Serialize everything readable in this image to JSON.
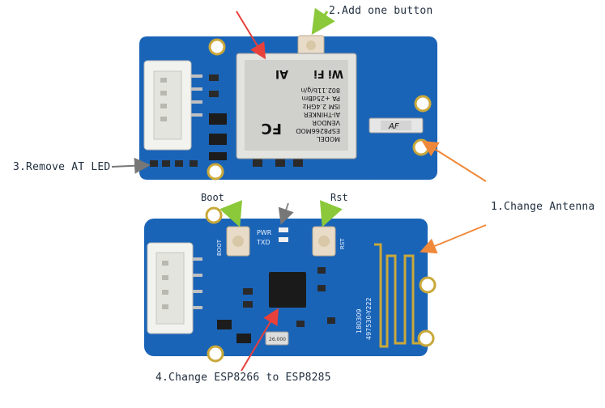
{
  "annotations": {
    "add_button": "2.Add one button",
    "remove_led": "3.Remove AT LED",
    "change_antenna": "1.Change Antenna",
    "change_chip": "4.Change ESP8266 to ESP8285",
    "boot": "Boot",
    "rst": "Rst"
  },
  "top_board": {
    "module_lines": [
      "MODEL",
      "ESP8266MOD",
      "VENDOR",
      "AI-THINKER",
      "ISM 2.4GHz",
      "PA +25dBm",
      "802.11b/g/n"
    ],
    "wifi_text": "Wi Fi",
    "ai_logo": "AI",
    "fc_logo": "FC",
    "antenna_chip": "AF"
  },
  "bottom_board": {
    "pwr": "PWR",
    "txd": "TXD",
    "boot_silk": "BOOT",
    "rst_silk": "RST",
    "date_code": "180309",
    "serial": "497530-Y222",
    "crystal": "26.000"
  },
  "colors": {
    "pcb": "#1a64b8",
    "arrow_red": "#e8403a",
    "arrow_orange": "#f0883a",
    "arrow_green": "#8bc83a",
    "arrow_gray": "#8a8a8a",
    "antenna_gold": "#c9a83a"
  }
}
